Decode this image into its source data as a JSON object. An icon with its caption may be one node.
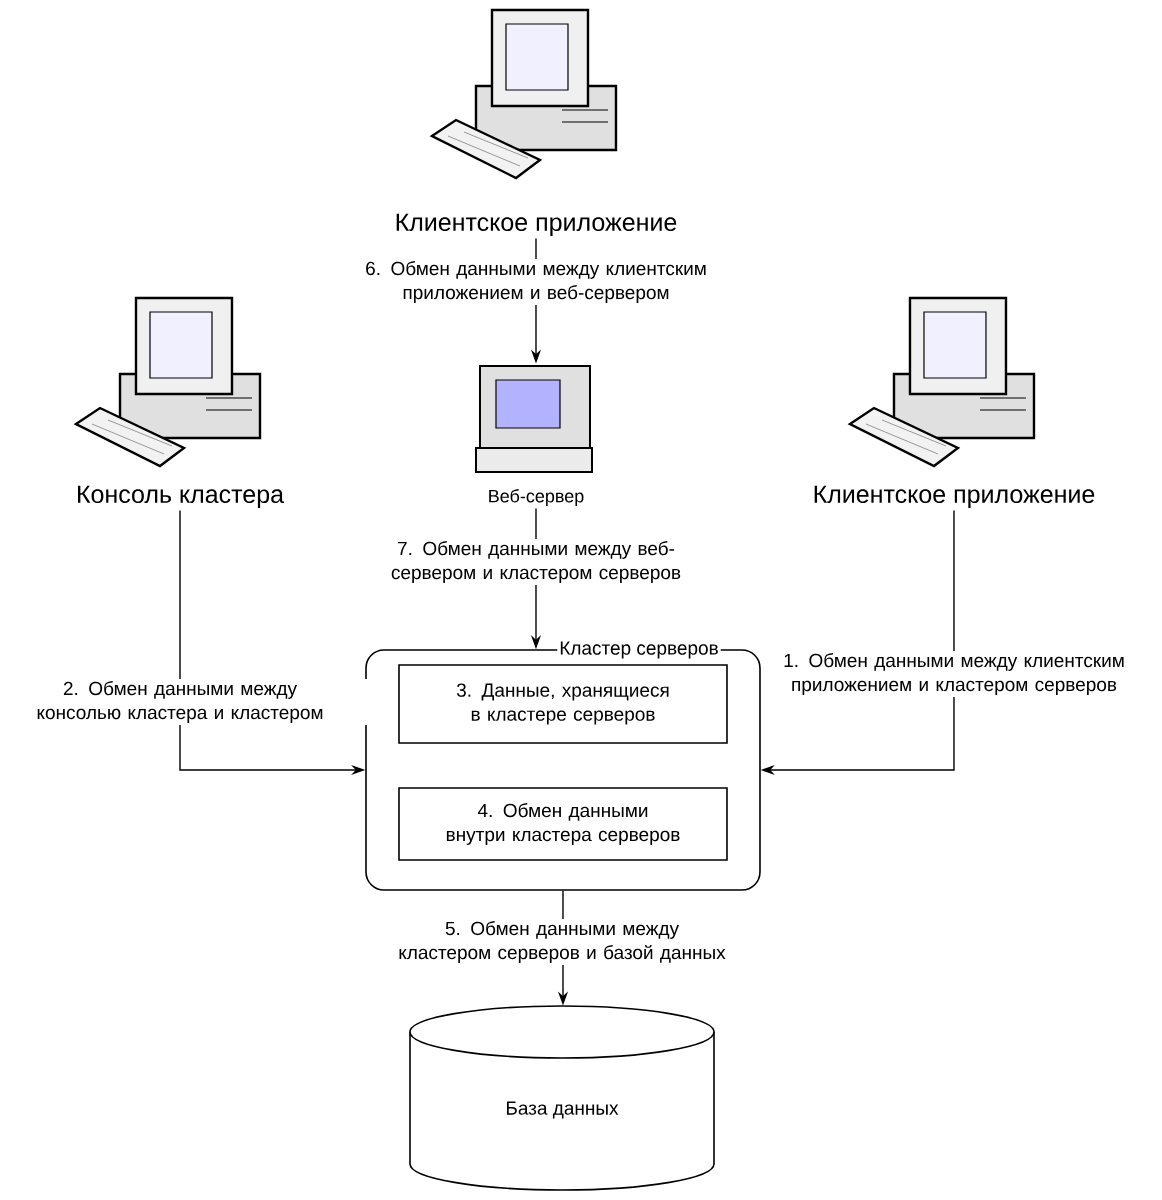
{
  "diagram": {
    "nodes": [
      {
        "text": [
          "Клиентское приложение"
        ]
      },
      {
        "text": [
          "Консоль кластера"
        ]
      },
      {
        "text": [
          "Веб-сервер"
        ]
      },
      {
        "text": [
          "Клиентское приложение"
        ]
      },
      {
        "text": [
          "Кластер серверов"
        ]
      },
      {
        "text": [
          "3. Данные, хранящиеся в кластере серверов"
        ],
        "in": 4
      },
      {
        "text": [
          "4. Обмен данными внутри кластера серверов"
        ],
        "in": 4
      },
      {
        "text": [
          "База данных"
        ]
      }
    ],
    "edges": [
      {
        "from": 0,
        "to": 2,
        "arrow": "to",
        "label": "6. Обмен данными между клиентским приложением и веб-сервером"
      },
      {
        "from": 2,
        "to": 4,
        "arrow": "to",
        "label": "7. Обмен данными между веб-сервером и кластером серверов"
      },
      {
        "from": 1,
        "to": 4,
        "arrow": "to",
        "label": "2. Обмен данными между консолью кластера и кластером"
      },
      {
        "from": 3,
        "to": 4,
        "arrow": "to",
        "label": "1. Обмен данными между клиентским приложением и кластером серверов"
      },
      {
        "from": 4,
        "to": 7,
        "arrow": "to",
        "label": "5. Обмен данными между кластером серверов и базой данных"
      }
    ]
  }
}
